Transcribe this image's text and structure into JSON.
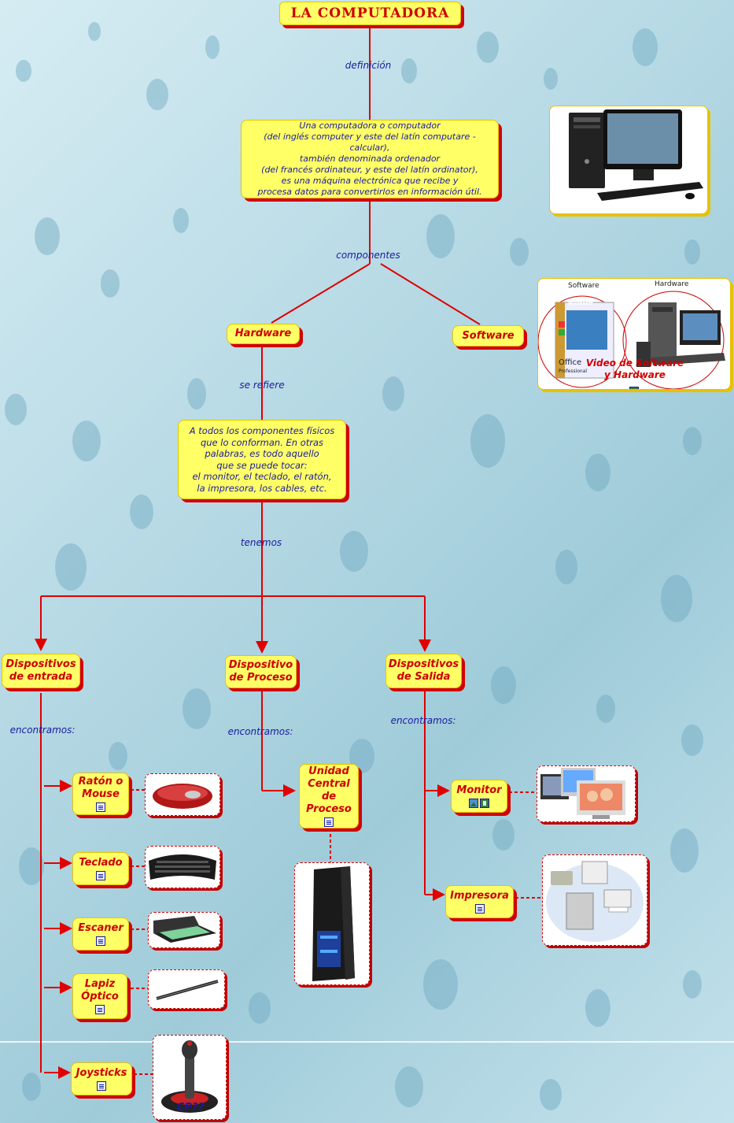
{
  "title": "LA COMPUTADORA",
  "links": {
    "definicion": "definición",
    "componentes": "componentes",
    "se_refiere": "se refiere",
    "tenemos": "tenemos",
    "encontramos_entrada": "encontramos:",
    "encontramos_proceso": "encontramos:",
    "encontramos_salida": "encontramos:"
  },
  "definition": [
    "Una computadora o computador",
    "(del inglés computer y este del latín computare -calcular),",
    "también denominada ordenador",
    "(del francés ordinateur, y este del latín ordinator),",
    "es una máquina electrónica que recibe y",
    "procesa datos para convertirlos en información útil."
  ],
  "hardware_desc": [
    "A todos los componentes físicos",
    "que lo conforman. En otras",
    "palabras, es todo aquello",
    "que se puede tocar:",
    "el monitor, el teclado, el ratón,",
    "la impresora, los cables, etc."
  ],
  "nodes": {
    "hardware": "Hardware",
    "software": "Software",
    "entrada": [
      "Dispositivos",
      "de entrada"
    ],
    "proceso": [
      "Dispositivo",
      "de Proceso"
    ],
    "salida": [
      "Dispositivos",
      "de Salida"
    ],
    "raton": [
      "Ratón o",
      "Mouse"
    ],
    "teclado": "Teclado",
    "escaner": "Escaner",
    "lapiz": [
      "Lapiz",
      "Óptico"
    ],
    "joysticks": "Joysticks",
    "ucp": [
      "Unidad",
      "Central",
      "de",
      "Proceso"
    ],
    "monitor": "Monitor",
    "impresora": "Impresora"
  },
  "image_labels": {
    "software_label": "Software",
    "hardware_label": "Hardware",
    "video_label": [
      "Video de Software",
      "y Hardware"
    ],
    "office_text": "Office",
    "microsoft_text": "Microsoft",
    "professional_text": "Professional",
    "joystick_overlay": "CP??"
  },
  "colors": {
    "node_fill": "#ffff66",
    "node_text": "#cc0000",
    "link_text": "#1a1aa0",
    "connector": "#e00000"
  }
}
